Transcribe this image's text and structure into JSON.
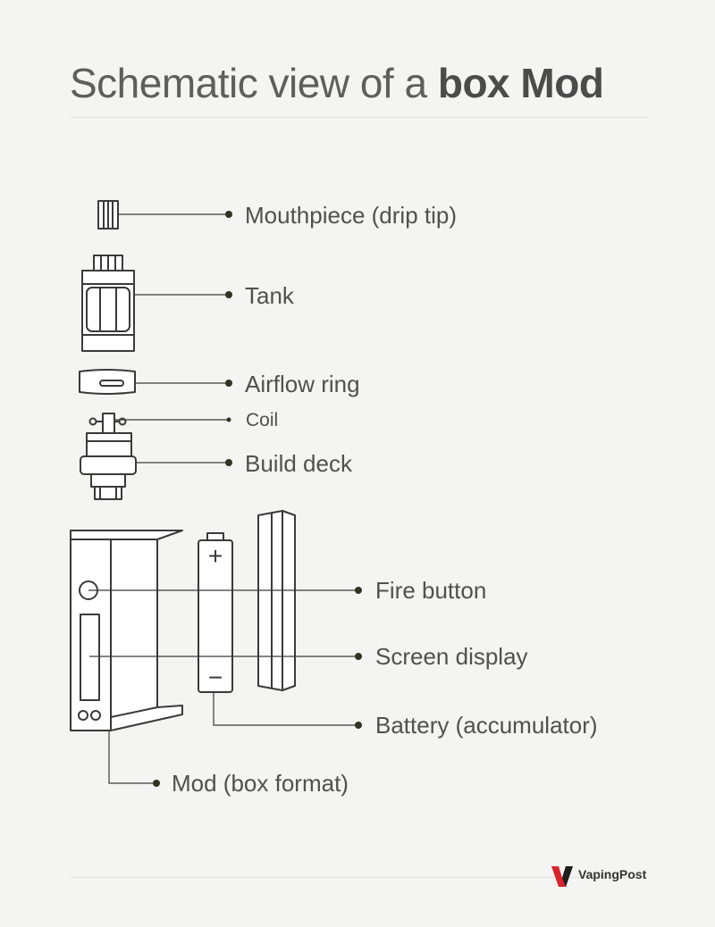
{
  "title": {
    "regular": "Schematic view of a ",
    "bold": "box Mod"
  },
  "labels": {
    "mouthpiece": "Mouthpiece (drip tip)",
    "tank": "Tank",
    "airflow": "Airflow ring",
    "coil": "Coil",
    "deck": "Build deck",
    "fire": "Fire button",
    "screen": "Screen display",
    "battery": "Battery (accumulator)",
    "mod": "Mod (box format)"
  },
  "battery_marks": {
    "plus": "+",
    "minus": "−"
  },
  "logo": {
    "text": "VapingPost",
    "color": "#d8232a"
  },
  "colors": {
    "line": "#3a3a3a",
    "dot": "#333322"
  }
}
